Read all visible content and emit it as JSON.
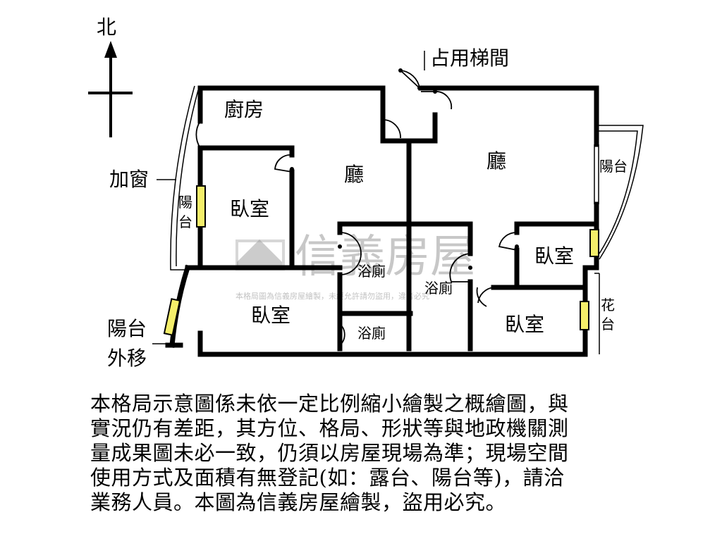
{
  "compass": {
    "north_label": "北"
  },
  "rooms": {
    "kitchen": "廚房",
    "living_west": "廳",
    "living_east": "廳",
    "bedroom_nw": "臥室",
    "bedroom_sw": "臥室",
    "bedroom_e": "臥室",
    "bedroom_se": "臥室",
    "bath_1": "浴廁",
    "bath_2": "浴廁",
    "bath_3": "浴廁"
  },
  "balconies": {
    "west_a": "陽",
    "west_b": "台",
    "east": "陽台",
    "flower_a": "花",
    "flower_b": "台"
  },
  "callouts": {
    "stairs": "占用梯間",
    "added_window": "加窗",
    "balcony_moved_1": "陽台",
    "balcony_moved_2": "外移"
  },
  "watermark": {
    "brand": "信義房屋",
    "notice": "本格局圖為信義房屋繪製，未經允許請勿盜用，違者必究"
  },
  "disclaimer": {
    "lines": [
      "本格局示意圖係未依一定比例縮小繪製之概繪圖，與",
      "實況仍有差距，其方位、格局、形狀等與地政機關測",
      "量成果圖未必一致，仍須以房屋現場為準；現場空間",
      "使用方式及面積有無登記(如：露台、陽台等)，請洽",
      "業務人員。本圖為信義房屋繪製，盜用必究。"
    ]
  },
  "colors": {
    "wall": "#000000",
    "window_fill": "#f4ee6a",
    "watermark": "#9a9a9a"
  }
}
